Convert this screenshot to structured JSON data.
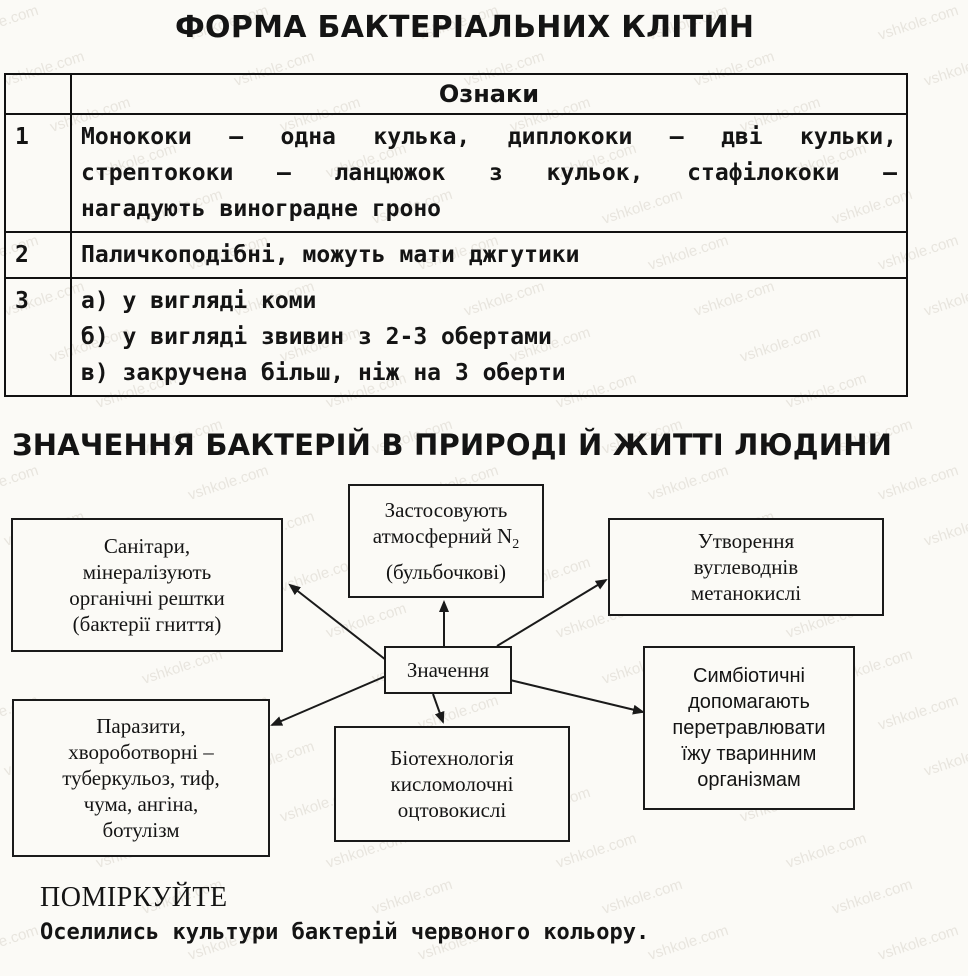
{
  "title_forms": "ФОРМА БАКТЕРІАЛЬНИХ КЛІТИН",
  "table": {
    "header": "Ознаки",
    "rows": [
      {
        "num": "1",
        "lines": [
          "Монококи — одна кулька, диплококи — дві кульки,",
          "стрептококи — ланцюжок з кульок, стафілококи —",
          "нагадують виноградне гроно"
        ]
      },
      {
        "num": "2",
        "lines": [
          "Паличкоподібні, можуть мати джгутики"
        ]
      },
      {
        "num": "3",
        "lines": [
          "а) у вигляді коми",
          "б) у вигляді звивин з 2-3 обертами",
          "в) закручена більш, ніж на 3 оберти"
        ]
      }
    ]
  },
  "title_significance": "ЗНАЧЕННЯ БАКТЕРІЙ В ПРИРОДІ Й ЖИТТІ ЛЮДИНИ",
  "diagram": {
    "center": "Значення",
    "sanitary": [
      "Санітари,",
      "мінералізують",
      "органічні рештки",
      "(бактерії гниття)"
    ],
    "nitrogen": {
      "line1": "Застосовують",
      "line2_prefix": "атмосферний N",
      "line2_sub": "2",
      "line3": "(бульбочкові)"
    },
    "carbs": [
      "Утворення",
      "вуглеводнів",
      "метанокислі"
    ],
    "parasites": [
      "Паразити,",
      "хвороботворні –",
      "туберкульоз, тиф,",
      "чума, ангіна,",
      "ботулізм"
    ],
    "biotech": [
      "Біотехнологія",
      "кисломолочні",
      "оцтовокислі"
    ],
    "symbiotic": [
      "Симбіотичні",
      "допомагають",
      "перетравлювати",
      "їжу тваринним",
      "організмам"
    ]
  },
  "think": {
    "heading": "ПОМІРКУЙТЕ",
    "text": "Оселились культури бактерій червоного кольору."
  },
  "watermark": "vshkole.com"
}
